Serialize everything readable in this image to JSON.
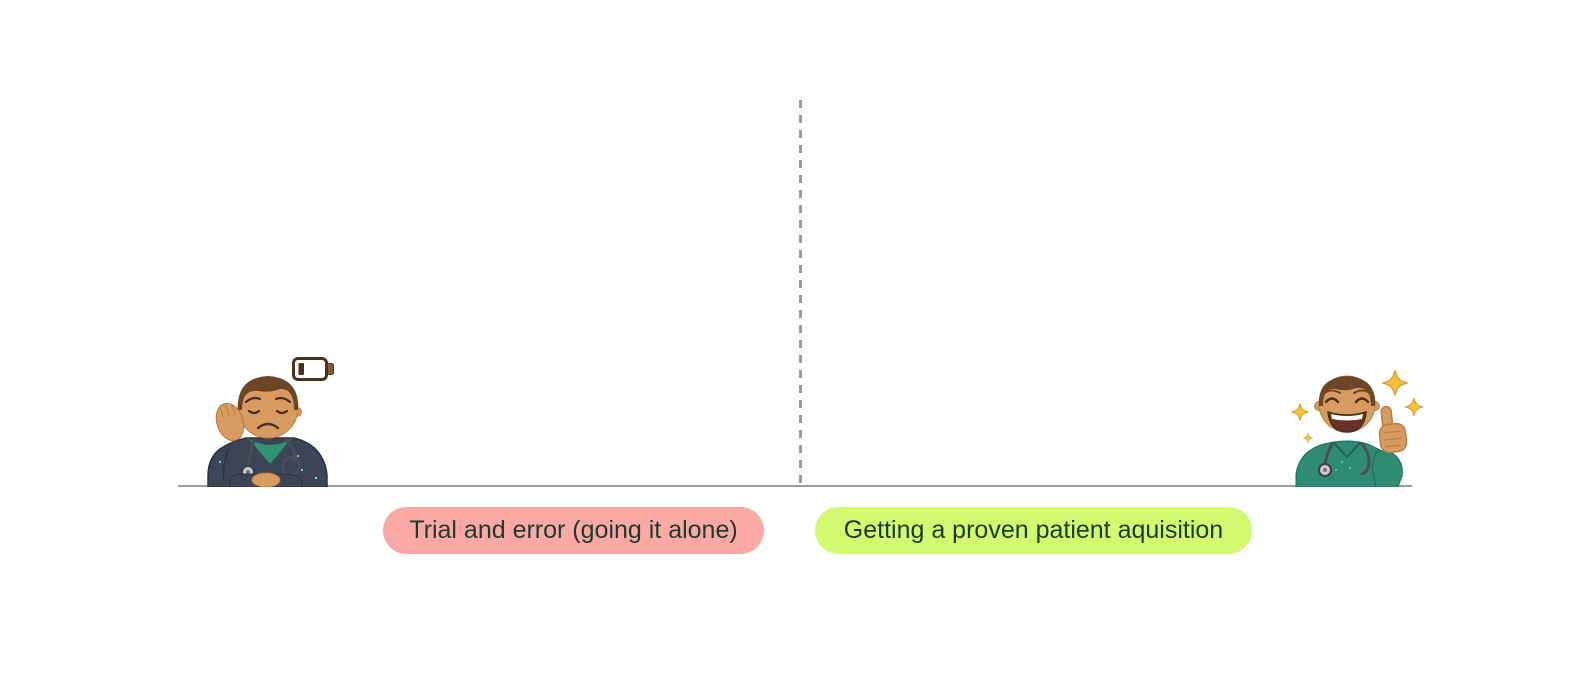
{
  "diagram": {
    "left": {
      "label": "Trial and error (going it alone)",
      "figure": "tired-doctor-facepalm-emoji",
      "status_icon": "low-battery-icon"
    },
    "right": {
      "label": "Getting a proven patient aquisition",
      "figure": "happy-doctor-thumbs-up-emoji",
      "status_icon": "sparkles-icon"
    }
  },
  "colors": {
    "bg": "#ffffff",
    "line-gray": "#9a9a9a",
    "pill-pink": "#fba8a6",
    "pill-green": "#d3f96e",
    "label-text": "#1d3b2b",
    "sparkle-gold": "#f6c237",
    "sparkle-outline": "#de9e27",
    "skin": "#d99c60",
    "skin-shade": "#b97e45",
    "hair-brown": "#6e4526",
    "jacket-navy": "#3c4456",
    "jacket-navy-dark": "#2b3142",
    "scrub-teal": "#2e8c72",
    "scrub-teal-dark": "#1f6b55",
    "scrub-green": "#2e9273",
    "battery-brown": "#47301c",
    "battery-nub": "#8b5a2b",
    "steth-tube": "#4d4d55",
    "steth-metal": "#c9cdd2",
    "face-lines": "#4a2f1d",
    "mouth-dark": "#6b3126"
  }
}
